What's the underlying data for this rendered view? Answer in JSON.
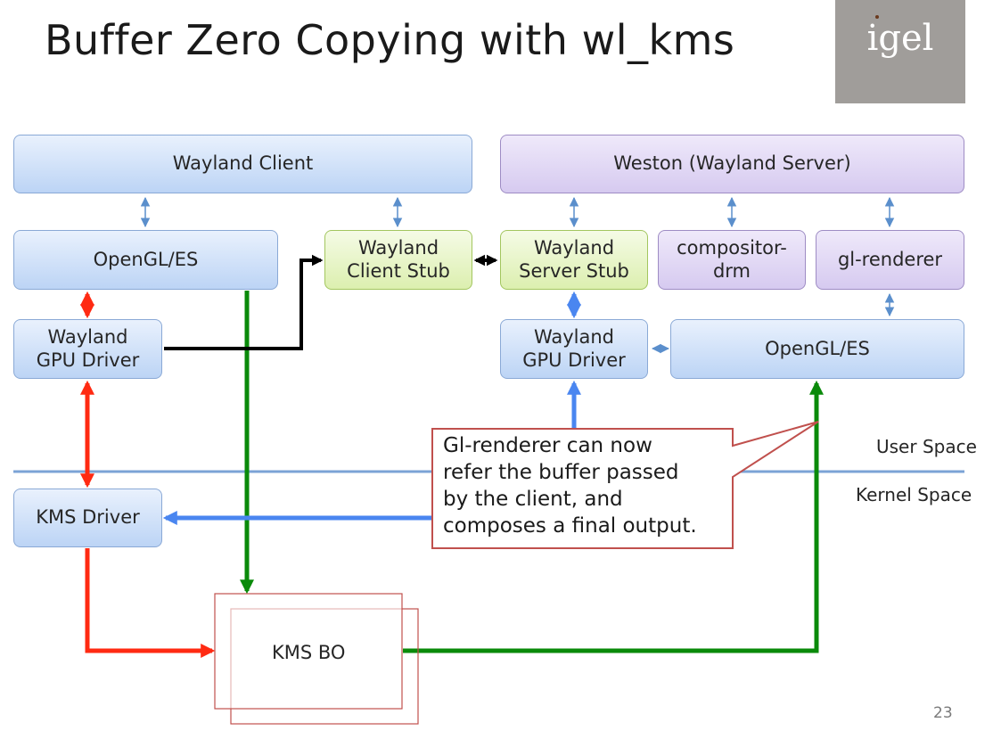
{
  "slide": {
    "title": "Buffer Zero Copying with wl_kms",
    "logo": "igel",
    "page_number": "23"
  },
  "boxes": {
    "wayland_client": "Wayland Client",
    "weston": "Weston (Wayland Server)",
    "opengl_left": "OpenGL/ES",
    "client_stub_1": "Wayland",
    "client_stub_2": "Client Stub",
    "server_stub_1": "Wayland",
    "server_stub_2": "Server Stub",
    "compositor_1": "compositor-",
    "compositor_2": "drm",
    "gl_renderer": "gl-renderer",
    "gpu_driver_left_1": "Wayland",
    "gpu_driver_left_2": "GPU Driver",
    "gpu_driver_right_1": "Wayland",
    "gpu_driver_right_2": "GPU Driver",
    "opengl_right": "OpenGL/ES",
    "kms_driver": "KMS Driver",
    "kms_bo": "KMS BO"
  },
  "labels": {
    "user_space": "User Space",
    "kernel_space": "Kernel Space"
  },
  "callout": {
    "line1": "Gl-renderer can now",
    "line2": "refer the buffer passed",
    "line3": "by the client, and",
    "line4": "composes a final output."
  },
  "colors": {
    "red_arrow": "#ff2a12",
    "green_arrow": "#0a8a0a",
    "blue_arrow": "#4a86f0",
    "thin_arrow": "#5b8fcc",
    "space_line": "#7ba3d6",
    "callout_border": "#c0504d"
  }
}
